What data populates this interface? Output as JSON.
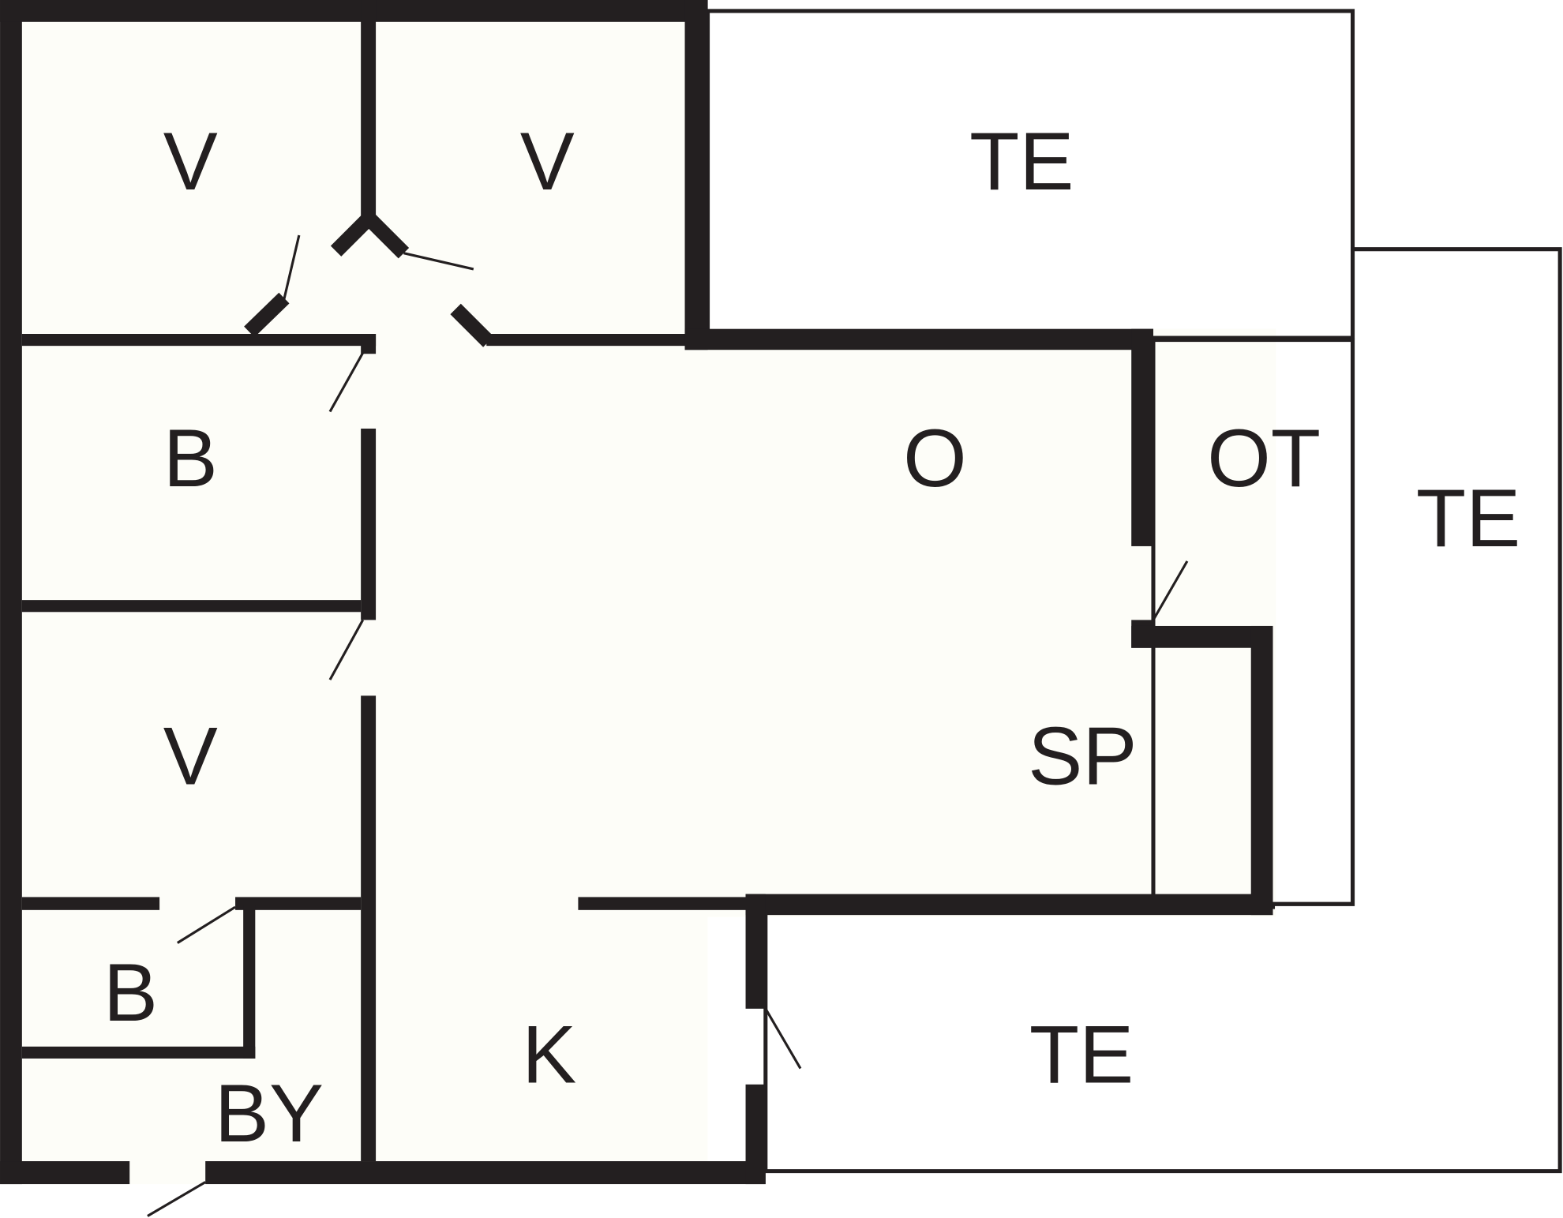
{
  "floorplan": {
    "colors": {
      "wall": "#231f20",
      "floor": "#fdfdf8",
      "background": "#ffffff"
    },
    "rooms": [
      {
        "id": "v1",
        "label": "V"
      },
      {
        "id": "v2",
        "label": "V"
      },
      {
        "id": "te_top",
        "label": "TE"
      },
      {
        "id": "b1",
        "label": "B"
      },
      {
        "id": "o",
        "label": "O"
      },
      {
        "id": "ot",
        "label": "OT"
      },
      {
        "id": "te_right",
        "label": "TE"
      },
      {
        "id": "v3",
        "label": "V"
      },
      {
        "id": "sp",
        "label": "SP"
      },
      {
        "id": "b2",
        "label": "B"
      },
      {
        "id": "by",
        "label": "BY"
      },
      {
        "id": "k",
        "label": "K"
      },
      {
        "id": "te_bottom",
        "label": "TE"
      }
    ]
  }
}
